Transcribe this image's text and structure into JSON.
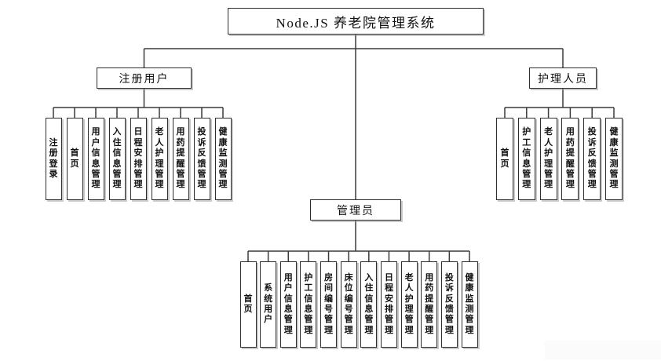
{
  "diagram": {
    "title": "Node.JS 养老院管理系统",
    "branches": [
      {
        "id": "registered-user",
        "label": "注册用户",
        "children": [
          "注册登录",
          "首页",
          "用户信息管理",
          "入住信息管理",
          "日程安排管理",
          "老人护理管理",
          "用药提醒管理",
          "投诉反馈管理",
          "健康监测管理"
        ]
      },
      {
        "id": "admin",
        "label": "管理员",
        "children": [
          "首页",
          "系统用户",
          "用户信息管理",
          "护工信息管理",
          "房间编号管理",
          "床位编号管理",
          "入住信息管理",
          "日程安排管理",
          "老人护理管理",
          "用药提醒管理",
          "投诉反馈管理",
          "健康监测管理"
        ]
      },
      {
        "id": "nursing-staff",
        "label": "护理人员",
        "children": [
          "首页",
          "护工信息管理",
          "老人护理管理",
          "用药提醒管理",
          "投诉反馈管理",
          "健康监测管理"
        ]
      }
    ],
    "colors": {
      "line": "#3a3a3a",
      "border": "#2e2e2e",
      "background": "#ffffff",
      "text": "#111111"
    }
  }
}
